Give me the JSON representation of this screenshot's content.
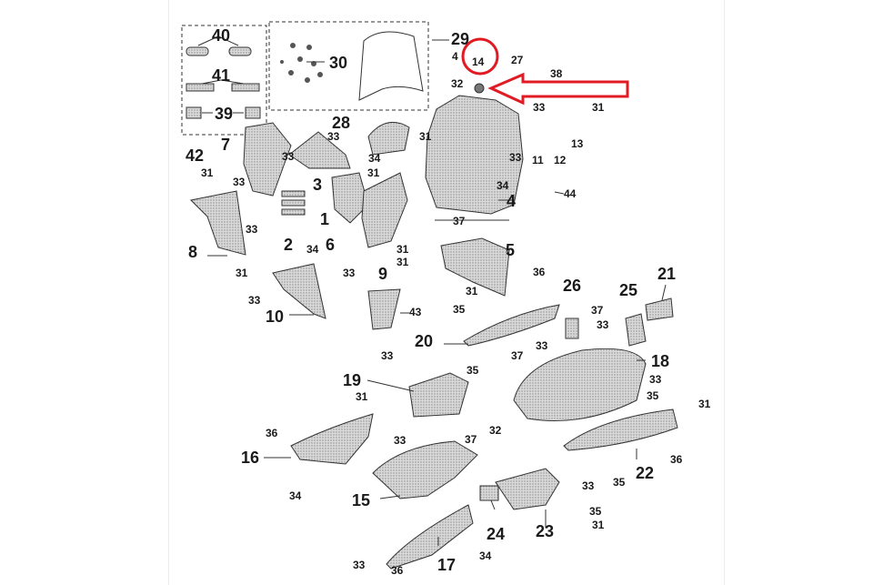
{
  "diagram": {
    "highlighted_part": "14",
    "highlight_color": "#e01b24",
    "part_numbers": {
      "p1": "1",
      "p2": "2",
      "p3": "3",
      "p4": "4",
      "p5": "5",
      "p6": "6",
      "p7": "7",
      "p8": "8",
      "p9": "9",
      "p10": "10",
      "p11": "11",
      "p12": "12",
      "p13": "13",
      "p14": "14",
      "p15": "15",
      "p16": "16",
      "p17": "17",
      "p18": "18",
      "p19": "19",
      "p20": "20",
      "p21": "21",
      "p22": "22",
      "p23": "23",
      "p24": "24",
      "p25": "25",
      "p26": "26",
      "p27": "27",
      "p28": "28",
      "p29": "29",
      "p30": "30",
      "p31": "31",
      "p32": "32",
      "p33": "33",
      "p34": "34",
      "p35": "35",
      "p36": "36",
      "p37": "37",
      "p38": "38",
      "p39": "39",
      "p40": "40",
      "p41": "41",
      "p42": "42",
      "p43": "43",
      "p44": "44"
    }
  }
}
